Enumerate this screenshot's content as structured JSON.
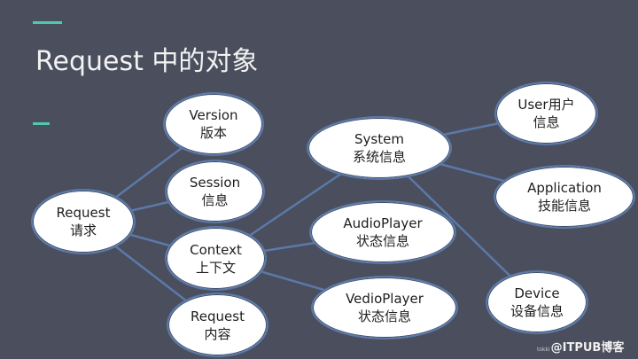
{
  "title": "Request 中的对象",
  "colors": {
    "background": "#4a4e5d",
    "accent": "#4dc9b0",
    "edge": "#5b79a8",
    "node_fill": "#ffffff"
  },
  "nodes": {
    "request": {
      "line1": "Request",
      "line2": "请求"
    },
    "version": {
      "line1": "Version",
      "line2": "版本"
    },
    "session": {
      "line1": "Session",
      "line2": "信息"
    },
    "context": {
      "line1": "Context",
      "line2": "上下文"
    },
    "request_content": {
      "line1": "Request",
      "line2": "内容"
    },
    "system": {
      "line1": "System",
      "line2": "系统信息"
    },
    "audioplayer": {
      "line1": "AudioPlayer",
      "line2": "状态信息"
    },
    "vedioplayer": {
      "line1": "VedioPlayer",
      "line2": "状态信息"
    },
    "user": {
      "line1": "User用户",
      "line2": "信息"
    },
    "application": {
      "line1": "Application",
      "line2": "技能信息"
    },
    "device": {
      "line1": "Device",
      "line2": "设备信息"
    }
  },
  "edges": [
    [
      "request",
      "version"
    ],
    [
      "request",
      "session"
    ],
    [
      "request",
      "context"
    ],
    [
      "request",
      "request_content"
    ],
    [
      "context",
      "system"
    ],
    [
      "context",
      "audioplayer"
    ],
    [
      "context",
      "vedioplayer"
    ],
    [
      "system",
      "user"
    ],
    [
      "system",
      "application"
    ],
    [
      "system",
      "device"
    ]
  ],
  "watermark": {
    "small": "tokki",
    "text": "@ITPUB博客"
  }
}
